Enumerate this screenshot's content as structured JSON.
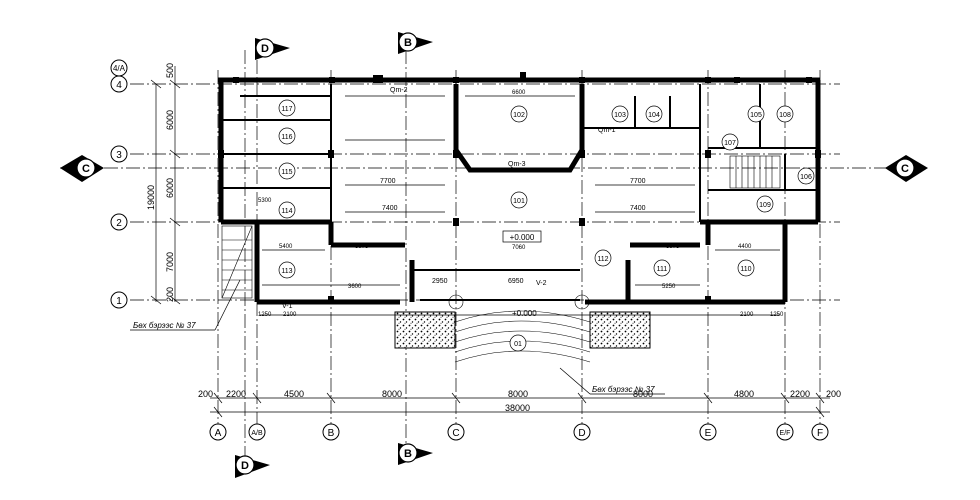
{
  "section_markers": {
    "D": "D",
    "B": "B",
    "C": "C"
  },
  "axis_rows": {
    "r4": "4",
    "r4A": "4/A",
    "r3": "3",
    "r2": "2",
    "r1": "1"
  },
  "axis_cols": {
    "A": "A",
    "AB": "A/B",
    "B": "B",
    "C": "C",
    "D": "D",
    "E": "E",
    "EF": "E/F",
    "F": "F"
  },
  "dims_bottom": {
    "d1": "200",
    "d2": "2200",
    "d3": "4500",
    "d4": "8000",
    "d5": "8000",
    "d6": "8000",
    "d7": "4800",
    "d8": "2200",
    "d9": "200",
    "total": "38000"
  },
  "dims_left": {
    "top": "500",
    "d1": "6000",
    "d2": "6000",
    "d3": "7000",
    "total": "19000",
    "bottom": "200"
  },
  "rooms": {
    "r101": "101",
    "r102": "102",
    "r103": "103",
    "r104": "104",
    "r105": "105",
    "r106": "106",
    "r107": "107",
    "r108": "108",
    "r109": "109",
    "r110": "110",
    "r111": "111",
    "r112": "112",
    "r113": "113",
    "r114": "114",
    "r115": "115",
    "r116": "116",
    "r117": "117",
    "r01": "01"
  },
  "labels": {
    "elev_inside": "+0.000",
    "elev_outside": "+0.000",
    "leader_left": "Бөх бэрээс № 37",
    "leader_right": "Бөх бэрээс № 37",
    "qm1": "Qm-1",
    "qm2": "Qm-2",
    "qm3": "Qm-3",
    "v1": "V-1",
    "v2": "V-2",
    "dim_inner_1": "7700",
    "dim_inner_2": "7400",
    "dim_inner_3": "6950",
    "dim_inner_4": "2950",
    "dim_inner_5": "5400",
    "dim_inner_6": "5300",
    "dim_inner_7": "3975",
    "dim_inner_8": "4400",
    "dim_inner_9": "6600",
    "dim_inner_10": "7060",
    "dim_inner_11": "5250",
    "dim_inner_12": "3600",
    "dim_inner_13": "2100",
    "dim_inner_14": "1250"
  }
}
